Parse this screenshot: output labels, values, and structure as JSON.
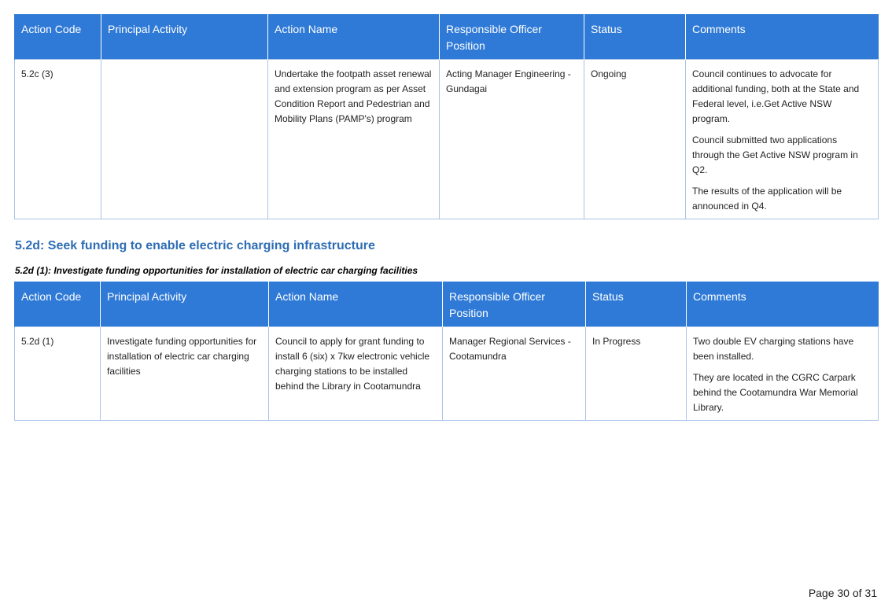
{
  "table1": {
    "headers": [
      "Action Code",
      "Principal Activity",
      "Action Name",
      "Responsible Officer Position",
      "Status",
      "Comments"
    ],
    "row": {
      "action_code": "5.2c (3)",
      "principal_activity": "",
      "action_name": "Undertake the footpath asset renewal and extension program as per Asset Condition Report and Pedestrian and Mobility Plans (PAMP's) program",
      "officer": "Acting Manager Engineering - Gundagai",
      "status": "Ongoing",
      "comments": [
        "Council continues to advocate for additional funding, both at the State and Federal level, i.e.Get Active NSW program.",
        "Council submitted two applications through the Get Active NSW program in Q2.",
        "The results of the application will be announced in Q4."
      ]
    }
  },
  "section": {
    "heading": "5.2d: Seek funding to enable electric charging infrastructure",
    "subheading": "5.2d (1): Investigate funding opportunities for installation of electric car charging facilities"
  },
  "table2": {
    "headers": [
      "Action Code",
      "Principal Activity",
      "Action Name",
      "Responsible Officer Position",
      "Status",
      "Comments"
    ],
    "row": {
      "action_code": "5.2d (1)",
      "principal_activity": "Investigate funding opportunities for installation of electric car charging facilities",
      "action_name": "Council to apply for grant funding to install 6 (six) x 7kw electronic vehicle charging stations to be installed behind the Library in Cootamundra",
      "officer": "Manager Regional Services - Cootamundra",
      "status": "In Progress",
      "comments": [
        "Two double EV charging stations have been installed.",
        "They are located in the CGRC Carpark behind the Cootamundra War Memorial Library."
      ]
    }
  },
  "footer": {
    "page": "Page 30 of 31"
  }
}
